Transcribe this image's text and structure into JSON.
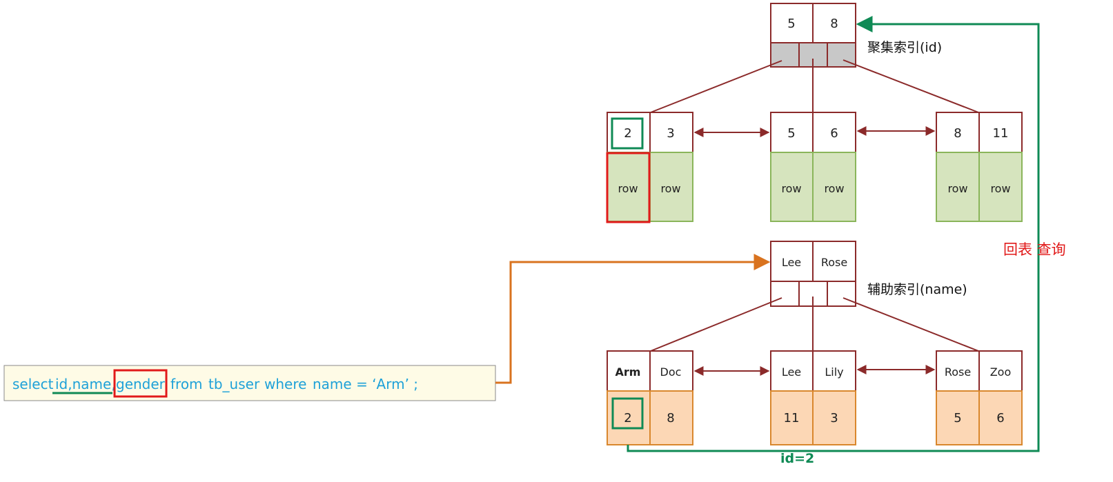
{
  "sql": {
    "parts": [
      "select",
      "id,name,",
      "gender",
      "from",
      "tb_user",
      "where",
      "name = ‘Arm’ ;"
    ]
  },
  "clustered_index": {
    "label": "聚集索引(id)",
    "root_keys": [
      "5",
      "8"
    ],
    "leaves": [
      {
        "keys": [
          "2",
          "3"
        ],
        "rows": [
          "row",
          "row"
        ]
      },
      {
        "keys": [
          "5",
          "6"
        ],
        "rows": [
          "row",
          "row"
        ]
      },
      {
        "keys": [
          "8",
          "11"
        ],
        "rows": [
          "row",
          "row"
        ]
      }
    ]
  },
  "secondary_index": {
    "label": "辅助索引(name)",
    "root_keys": [
      "Lee",
      "Rose"
    ],
    "leaves": [
      {
        "keys": [
          "Arm",
          "Doc"
        ],
        "values": [
          "2",
          "8"
        ]
      },
      {
        "keys": [
          "Lee",
          "Lily"
        ],
        "values": [
          "11",
          "3"
        ]
      },
      {
        "keys": [
          "Rose",
          "Zoo"
        ],
        "values": [
          "5",
          "6"
        ]
      }
    ]
  },
  "lookup": {
    "back_to_table_label": "回表 查询",
    "id_label": "id=2"
  },
  "colors": {
    "node_border": "#8b2a2a",
    "row_fill": "#d6e4be",
    "row_border": "#8ab55a",
    "value_fill": "#fcd7b5",
    "value_border": "#d9872d",
    "highlight_red": "#e11a1a",
    "highlight_green": "#0f8a55",
    "orange_line": "#d9731f",
    "sql_text": "#1ea1d8"
  }
}
